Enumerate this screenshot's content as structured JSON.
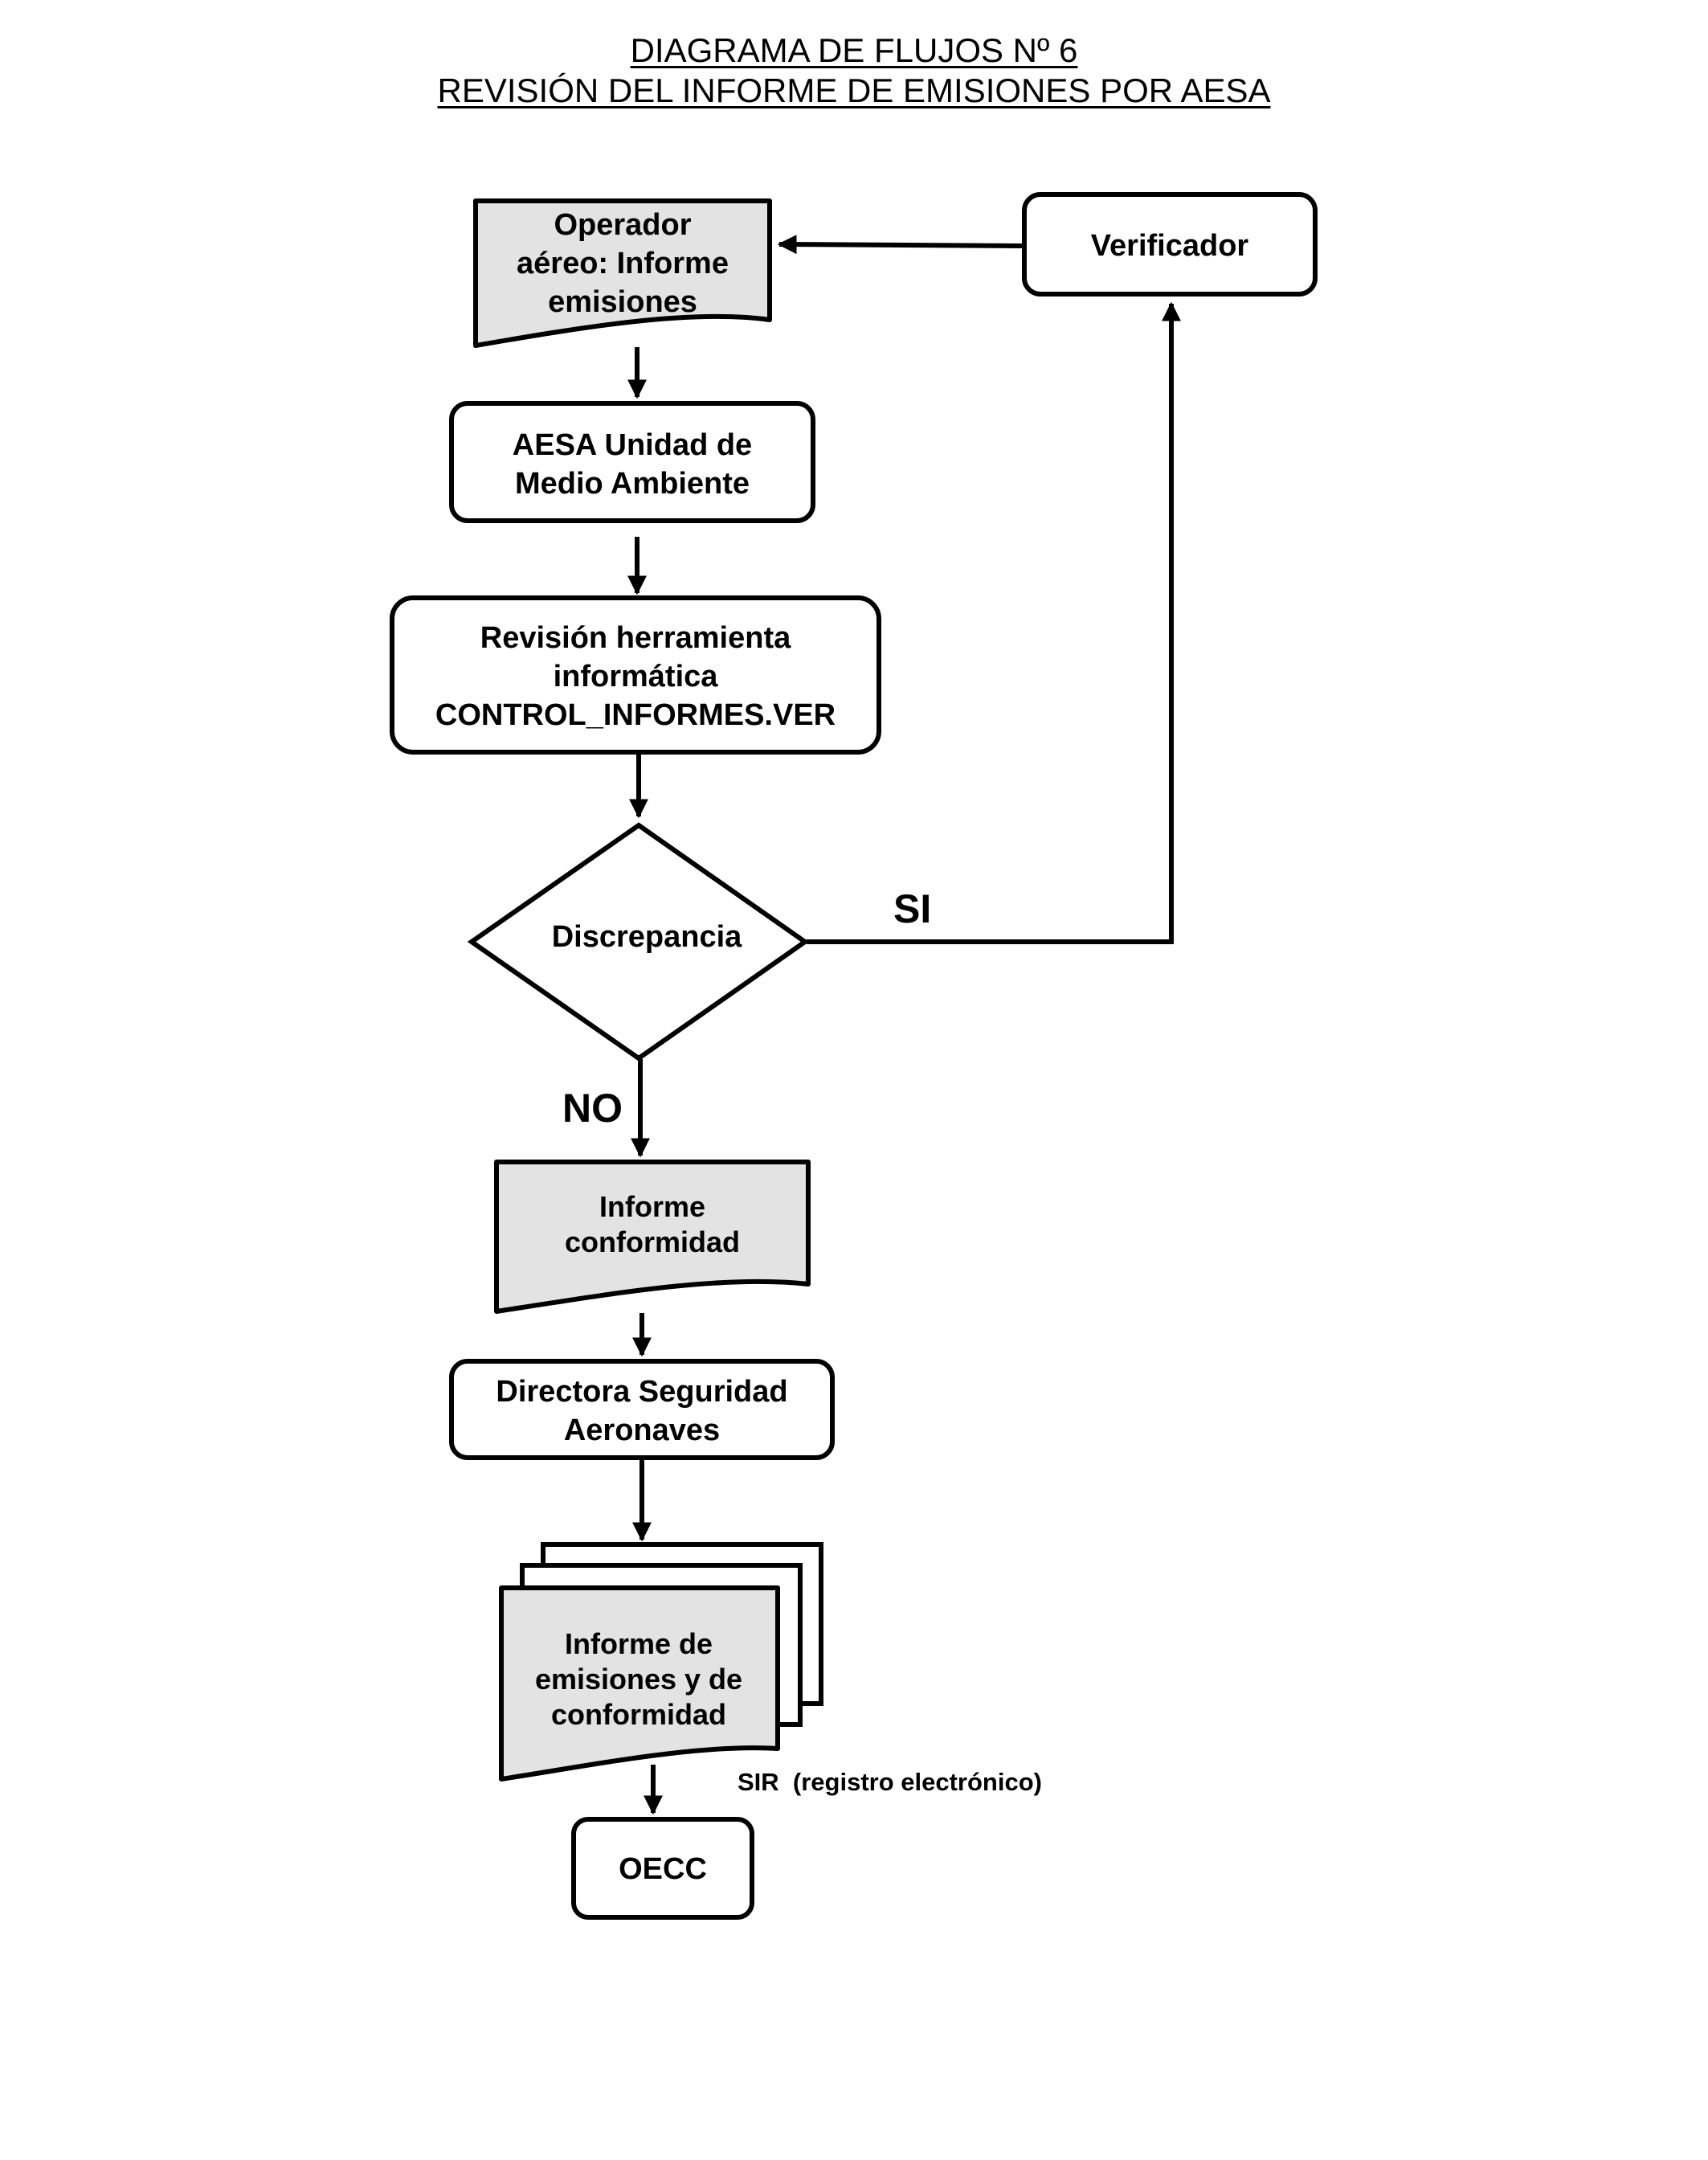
{
  "title": {
    "line1": "DIAGRAMA DE FLUJOS Nº 6",
    "line2": "REVISIÓN DEL INFORME DE EMISIONES POR AESA"
  },
  "nodes": {
    "operador": {
      "line1": "Operador",
      "line2": "aéreo: Informe",
      "line3": "emisiones"
    },
    "verificador": {
      "line1": "Verificador"
    },
    "aesa": {
      "line1": "AESA Unidad de",
      "line2": "Medio Ambiente"
    },
    "revision": {
      "line1": "Revisión herramienta",
      "line2": "informática",
      "line3": "CONTROL_INFORMES.VER"
    },
    "discrepancia": {
      "line1": "Discrepancia"
    },
    "conformidad": {
      "line1": "Informe",
      "line2": "conformidad"
    },
    "directora": {
      "line1": "Directora Seguridad",
      "line2": "Aeronaves"
    },
    "informe_final": {
      "line1": "Informe de",
      "line2": "emisiones y de",
      "line3": "conformidad"
    },
    "oecc": {
      "line1": "OECC"
    }
  },
  "labels": {
    "si": "SI",
    "no": "NO",
    "sir": "SIR  (registro electrónico)"
  },
  "colors": {
    "document_fill": "#e3e3e3",
    "box_fill": "#ffffff",
    "stroke": "#000000"
  }
}
